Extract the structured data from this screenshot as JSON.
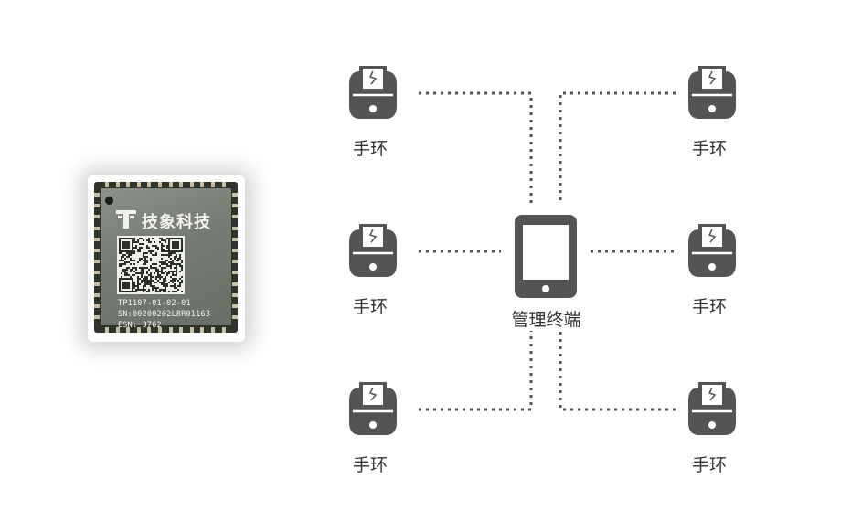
{
  "module": {
    "brand": "技象科技",
    "model": "TP1107-01-02-01",
    "serial": "SN:00200202L8R01163",
    "esn": "ESN: 3762",
    "colors": {
      "body": "#2f342a",
      "shield": "#7a7f76",
      "text": "#f2f2ee"
    }
  },
  "diagram": {
    "hub": {
      "label": "管理终端",
      "icon": "tablet-icon"
    },
    "nodes": [
      {
        "label": "手环",
        "icon": "smart-band-icon",
        "side": "left",
        "row": "top"
      },
      {
        "label": "手环",
        "icon": "smart-band-icon",
        "side": "left",
        "row": "middle"
      },
      {
        "label": "手环",
        "icon": "smart-band-icon",
        "side": "left",
        "row": "bottom"
      },
      {
        "label": "手环",
        "icon": "smart-band-icon",
        "side": "right",
        "row": "top"
      },
      {
        "label": "手环",
        "icon": "smart-band-icon",
        "side": "right",
        "row": "middle"
      },
      {
        "label": "手环",
        "icon": "smart-band-icon",
        "side": "right",
        "row": "bottom"
      }
    ],
    "connector_style": "dotted",
    "colors": {
      "icon": "#545454",
      "line": "#555555",
      "label": "#333333"
    }
  }
}
